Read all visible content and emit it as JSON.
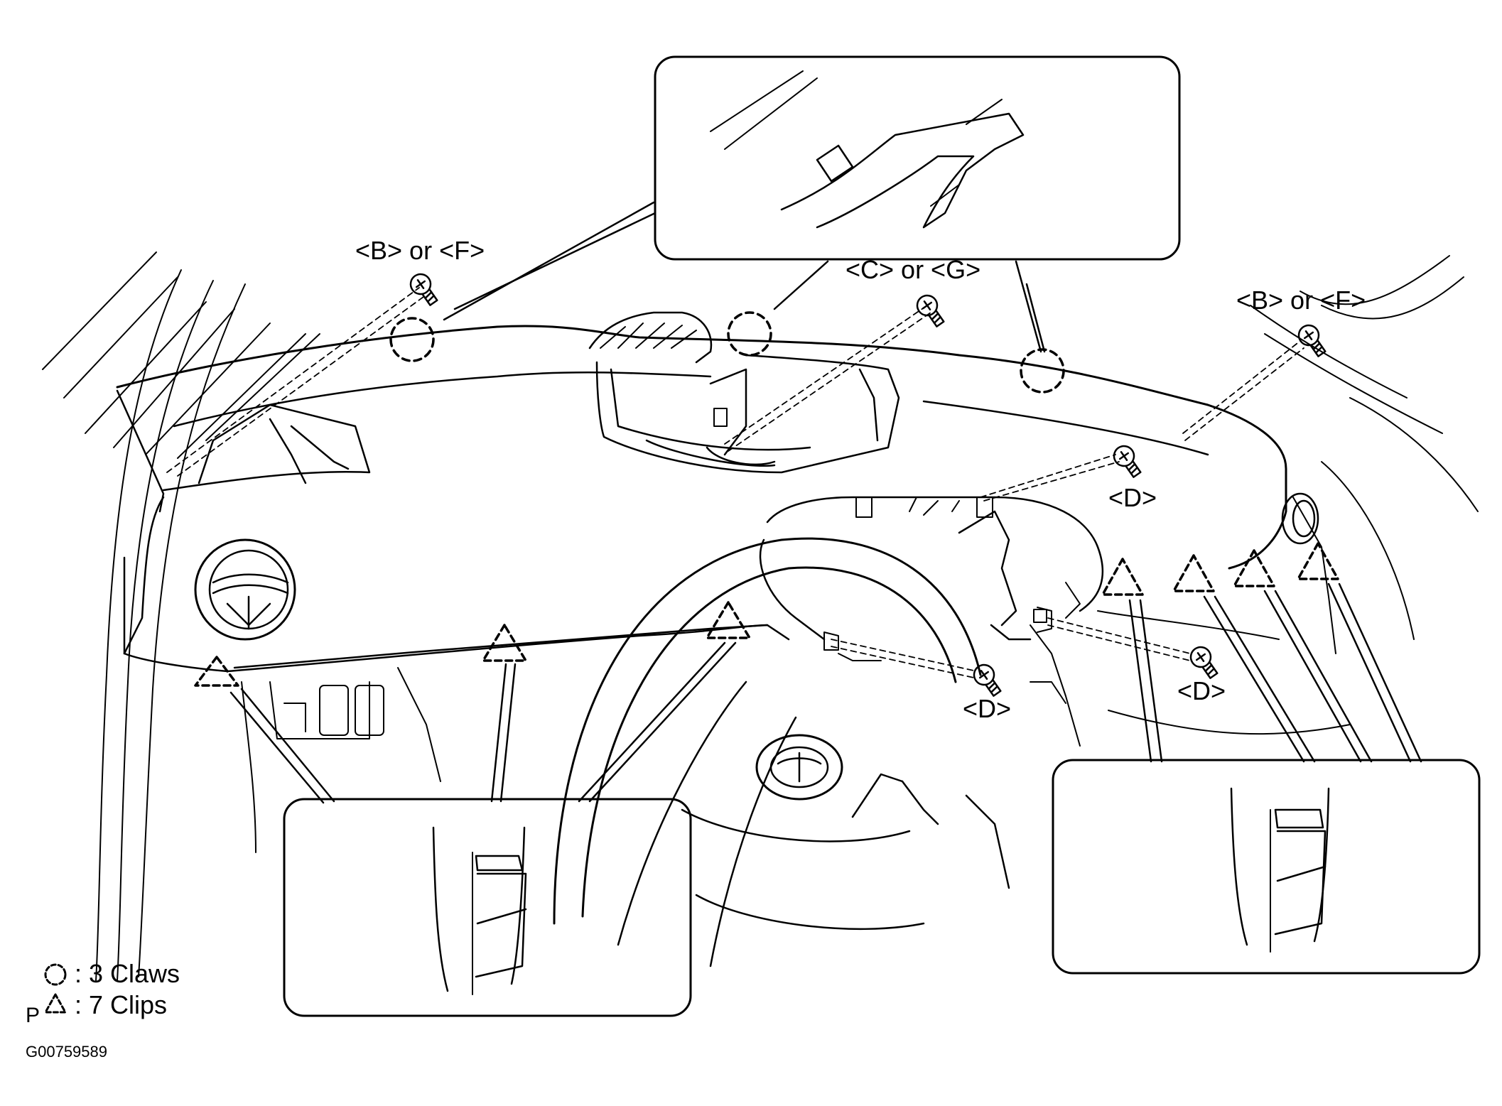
{
  "callouts": {
    "top_left": "<B> or <F>",
    "top_center": "<C> or <G>",
    "top_right": "<B> or <F>",
    "right_upper": "<D>",
    "lower_center": "<D>",
    "lower_right": "<D>"
  },
  "legend": {
    "claws": "3 Claws",
    "clips": "7 Clips",
    "prefix": "P"
  },
  "figure_code": "G00759589",
  "colors": {
    "line": "#000000",
    "background": "#ffffff"
  }
}
